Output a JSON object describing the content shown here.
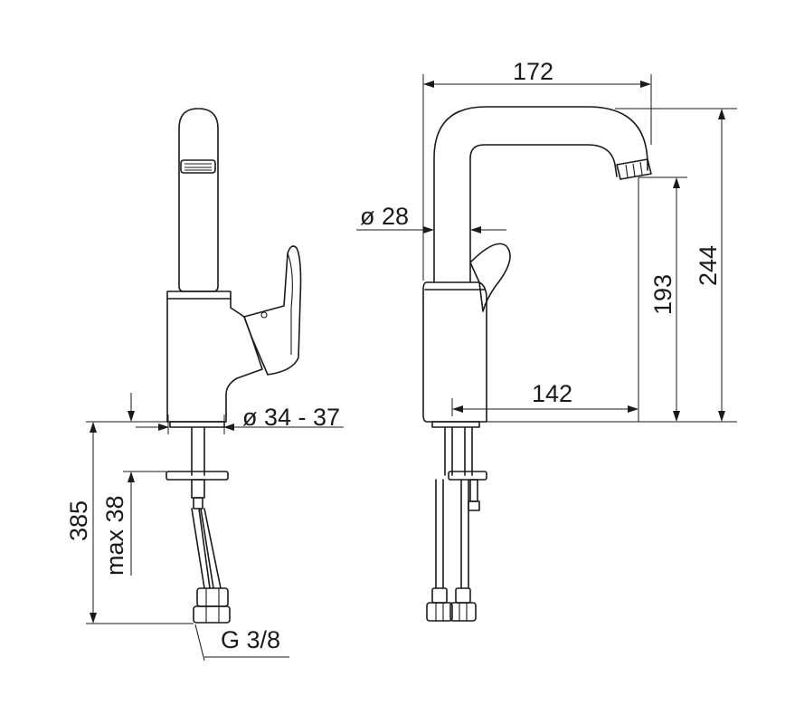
{
  "dimensions": {
    "width_top": "172",
    "pipe_diameter": "ø 28",
    "total_height": "244",
    "spout_height": "193",
    "spout_reach": "142",
    "hole_diameter": "ø 34 - 37",
    "hose_length": "385",
    "max_thickness": "max 38",
    "thread": "G 3/8"
  }
}
